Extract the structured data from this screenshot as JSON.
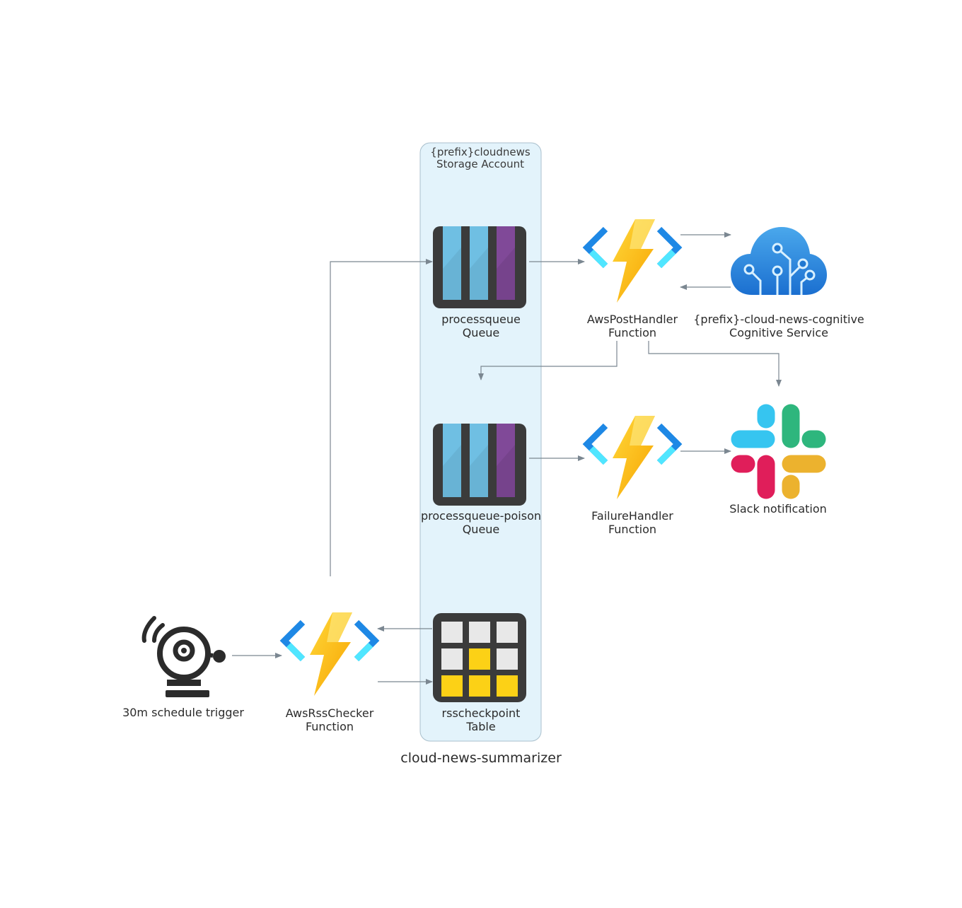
{
  "diagram": {
    "title": "cloud-news-summarizer",
    "cluster": {
      "line1": "{prefix}cloudnews",
      "line2": "Storage Account"
    },
    "nodes": {
      "trigger": {
        "line1": "30m schedule trigger",
        "icon": "alarm-bell-icon"
      },
      "rss_checker": {
        "line1": "AwsRssChecker",
        "line2": "Function",
        "icon": "azure-function-icon"
      },
      "process_queue": {
        "line1": "processqueue",
        "line2": "Queue",
        "icon": "storage-queue-icon"
      },
      "poison_queue": {
        "line1": "processqueue-poison",
        "line2": "Queue",
        "icon": "storage-queue-icon"
      },
      "checkpoint_table": {
        "line1": "rsscheckpoint",
        "line2": "Table",
        "icon": "storage-table-icon"
      },
      "post_handler": {
        "line1": "AwsPostHandler",
        "line2": "Function",
        "icon": "azure-function-icon"
      },
      "failure_handler": {
        "line1": "FailureHandler",
        "line2": "Function",
        "icon": "azure-function-icon"
      },
      "cognitive": {
        "line1": "{prefix}-cloud-news-cognitive",
        "line2": "Cognitive Service",
        "icon": "cognitive-service-cloud-icon"
      },
      "slack": {
        "line1": "Slack notification",
        "icon": "slack-icon"
      }
    },
    "colors": {
      "cluster_fill": "#e3f3fb",
      "cluster_stroke": "#a9bfcc",
      "edge": "#7b8791",
      "func_bolt": "#fcd116",
      "func_bracket_dark": "#1e88e5",
      "func_bracket_light": "#50e6ff",
      "queue_frame": "#3b3b3b",
      "queue_blue": "#6fbfe3",
      "queue_purple": "#804998",
      "table_yellow": "#fcd116",
      "cloud_blue": "#3a96dd",
      "slack_blue": "#36c5f0",
      "slack_green": "#2eb67d",
      "slack_red": "#e01e5a",
      "slack_yellow": "#ecb22e"
    }
  }
}
